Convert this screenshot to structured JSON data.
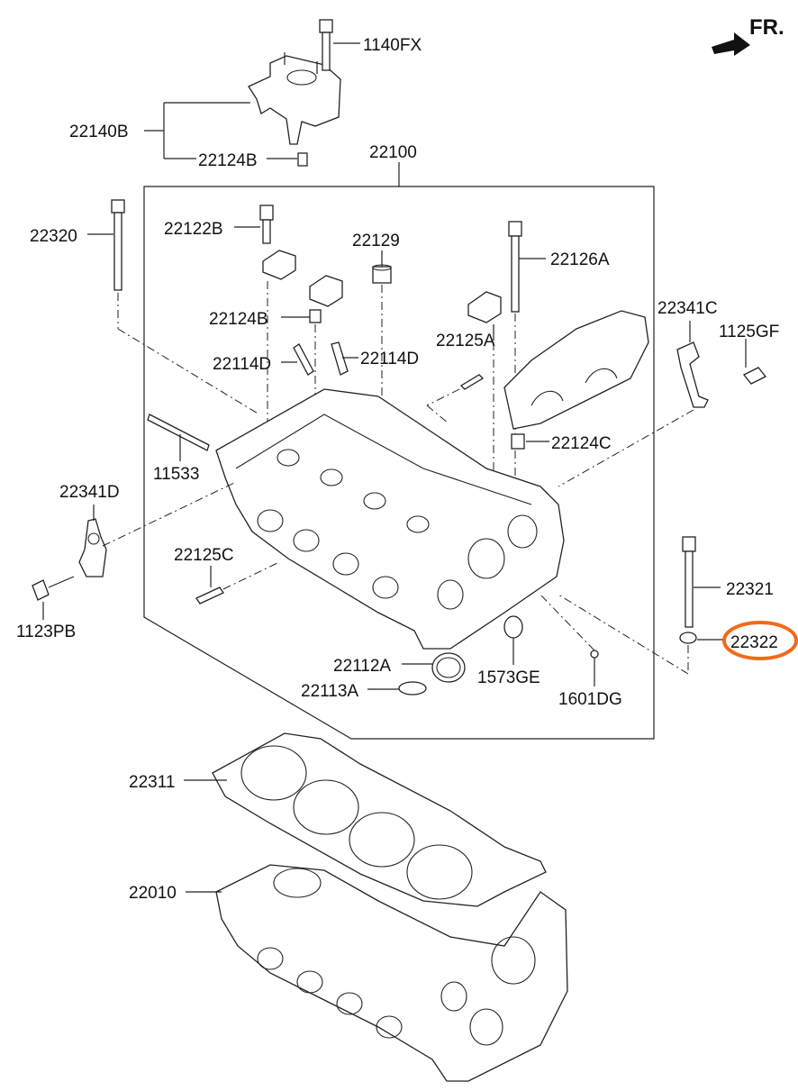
{
  "direction": {
    "label": "FR."
  },
  "highlight_color": "#f26a1b",
  "parts": {
    "p1140FX": "1140FX",
    "p22140B": "22140B",
    "p22124B_top": "22124B",
    "p22100": "22100",
    "p22320": "22320",
    "p22122B": "22122B",
    "p22129": "22129",
    "p22126A": "22126A",
    "p22341C": "22341C",
    "p1125GF": "1125GF",
    "p22124B_mid": "22124B",
    "p22125A": "22125A",
    "p22114D_left": "22114D",
    "p22114D_right": "22114D",
    "p22124C": "22124C",
    "p11533": "11533",
    "p22341D": "22341D",
    "p22125C": "22125C",
    "p1123PB": "1123PB",
    "p22321": "22321",
    "p22322": "22322",
    "p22112A": "22112A",
    "p1573GE": "1573GE",
    "p22113A": "22113A",
    "p1601DG": "1601DG",
    "p22311": "22311",
    "p22010": "22010"
  }
}
